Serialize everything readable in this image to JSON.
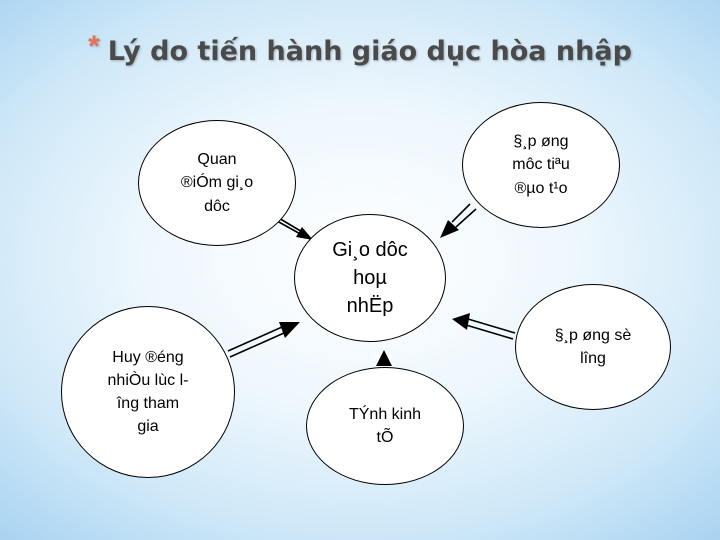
{
  "title": {
    "bullet": "*",
    "text": "Lý do tiến hành giáo dục hòa nhập"
  },
  "diagram": {
    "center": "Gi¸o dôc\nhoµ\nnhËp",
    "nodes": [
      {
        "id": "top-left",
        "label": "Quan\n®iÓm gi¸o\ndôc"
      },
      {
        "id": "top-right",
        "label": "§¸p øng\nmôc tiªu\n®µo t¹o"
      },
      {
        "id": "middle-right",
        "label": "§¸p øng sè\nl­îng"
      },
      {
        "id": "bottom",
        "label": "TÝnh kinh\ntÕ"
      },
      {
        "id": "middle-left",
        "label": "Huy ®éng\nnhiÒu lùc l-\nîng tham\ngia"
      }
    ]
  }
}
